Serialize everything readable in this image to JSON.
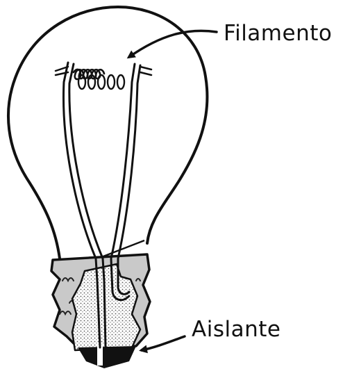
{
  "labels": {
    "filament": "Filamento",
    "insulator": "Aislante"
  },
  "colors": {
    "ink": "#111111",
    "base_gray": "#c9c9c9",
    "insulator_dots": "#bdbdbd",
    "background": "#ffffff"
  },
  "icons": {
    "bulb": "light-bulb-illustration",
    "arrow": "curved-pointer-arrow"
  }
}
